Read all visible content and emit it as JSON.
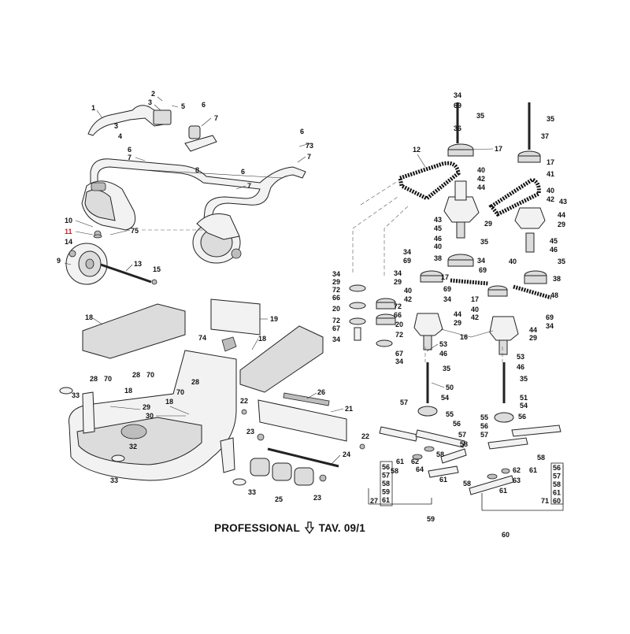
{
  "footer": {
    "professional": "PROFESSIONAL",
    "table_ref": "TAV. 09/1"
  },
  "colors": {
    "ink": "#111111",
    "highlight": "#cc2222",
    "paper": "#ffffff"
  },
  "callouts": [
    {
      "id": "c1",
      "text": "1"
    },
    {
      "id": "c2",
      "text": "2"
    },
    {
      "id": "c3a",
      "text": "3"
    },
    {
      "id": "c3b",
      "text": "3"
    },
    {
      "id": "c4",
      "text": "4"
    },
    {
      "id": "c5",
      "text": "5"
    },
    {
      "id": "c6a",
      "text": "6"
    },
    {
      "id": "c7a",
      "text": "7"
    },
    {
      "id": "c6b",
      "text": "6"
    },
    {
      "id": "c73",
      "text": "73"
    },
    {
      "id": "c6c",
      "text": "6"
    },
    {
      "id": "c7b",
      "text": "7"
    },
    {
      "id": "c7c",
      "text": "7"
    },
    {
      "id": "c8",
      "text": "8"
    },
    {
      "id": "c6d",
      "text": "6"
    },
    {
      "id": "c7d",
      "text": "7"
    },
    {
      "id": "c10",
      "text": "10"
    },
    {
      "id": "c11",
      "text": "11",
      "highlight": true
    },
    {
      "id": "c75",
      "text": "75"
    },
    {
      "id": "c9",
      "text": "9"
    },
    {
      "id": "c14",
      "text": "14"
    },
    {
      "id": "c13",
      "text": "13"
    },
    {
      "id": "c15",
      "text": "15"
    },
    {
      "id": "c18a",
      "text": "18"
    },
    {
      "id": "c19",
      "text": "19"
    },
    {
      "id": "c74",
      "text": "74"
    },
    {
      "id": "c18b",
      "text": "18"
    },
    {
      "id": "c28a",
      "text": "28"
    },
    {
      "id": "c70a",
      "text": "70"
    },
    {
      "id": "c28b",
      "text": "28"
    },
    {
      "id": "c70b",
      "text": "70"
    },
    {
      "id": "c18c",
      "text": "18"
    },
    {
      "id": "c33a",
      "text": "33"
    },
    {
      "id": "c70c",
      "text": "70"
    },
    {
      "id": "c28c",
      "text": "28"
    },
    {
      "id": "c18d",
      "text": "18"
    },
    {
      "id": "c29",
      "text": "29"
    },
    {
      "id": "c30",
      "text": "30"
    },
    {
      "id": "c32",
      "text": "32"
    },
    {
      "id": "c33b",
      "text": "33"
    },
    {
      "id": "c33c",
      "text": "33"
    },
    {
      "id": "c26",
      "text": "26"
    },
    {
      "id": "c21",
      "text": "21"
    },
    {
      "id": "c22a",
      "text": "22"
    },
    {
      "id": "c23a",
      "text": "23"
    },
    {
      "id": "c24",
      "text": "24"
    },
    {
      "id": "c22b",
      "text": "22"
    },
    {
      "id": "c25",
      "text": "25"
    },
    {
      "id": "c23b",
      "text": "23"
    },
    {
      "id": "c34a",
      "text": "34"
    },
    {
      "id": "c69a",
      "text": "69"
    },
    {
      "id": "c35a",
      "text": "35"
    },
    {
      "id": "c36",
      "text": "36"
    },
    {
      "id": "c17a",
      "text": "17"
    },
    {
      "id": "c35b",
      "text": "35"
    },
    {
      "id": "c37",
      "text": "37"
    },
    {
      "id": "c17b",
      "text": "17"
    },
    {
      "id": "c12",
      "text": "12"
    },
    {
      "id": "c40a",
      "text": "40"
    },
    {
      "id": "c42a",
      "text": "42"
    },
    {
      "id": "c44a",
      "text": "44"
    },
    {
      "id": "c41",
      "text": "41"
    },
    {
      "id": "c40b",
      "text": "40"
    },
    {
      "id": "c42b",
      "text": "42"
    },
    {
      "id": "c43a",
      "text": "43"
    },
    {
      "id": "c43b",
      "text": "43"
    },
    {
      "id": "c45a",
      "text": "45"
    },
    {
      "id": "c29a",
      "text": "29"
    },
    {
      "id": "c44b",
      "text": "44"
    },
    {
      "id": "c29b",
      "text": "29"
    },
    {
      "id": "c46a",
      "text": "46"
    },
    {
      "id": "c40c",
      "text": "40"
    },
    {
      "id": "c35c",
      "text": "35"
    },
    {
      "id": "c45b",
      "text": "45"
    },
    {
      "id": "c46b",
      "text": "46"
    },
    {
      "id": "c34b",
      "text": "34"
    },
    {
      "id": "c69b",
      "text": "69"
    },
    {
      "id": "c38a",
      "text": "38"
    },
    {
      "id": "c34c",
      "text": "34"
    },
    {
      "id": "c40d",
      "text": "40"
    },
    {
      "id": "c35d",
      "text": "35"
    },
    {
      "id": "c34d",
      "text": "34"
    },
    {
      "id": "c29c",
      "text": "29"
    },
    {
      "id": "c34e",
      "text": "34"
    },
    {
      "id": "c29d",
      "text": "29"
    },
    {
      "id": "c69c",
      "text": "69"
    },
    {
      "id": "c17c",
      "text": "17"
    },
    {
      "id": "c38b",
      "text": "38"
    },
    {
      "id": "c72a",
      "text": "72"
    },
    {
      "id": "c66a",
      "text": "66"
    },
    {
      "id": "c40e",
      "text": "40"
    },
    {
      "id": "c42c",
      "text": "42"
    },
    {
      "id": "c69d",
      "text": "69"
    },
    {
      "id": "c34f",
      "text": "34"
    },
    {
      "id": "c17d",
      "text": "17"
    },
    {
      "id": "c48",
      "text": "48"
    },
    {
      "id": "c72b",
      "text": "72"
    },
    {
      "id": "c20a",
      "text": "20"
    },
    {
      "id": "c66b",
      "text": "66"
    },
    {
      "id": "c40f",
      "text": "40"
    },
    {
      "id": "c42d",
      "text": "42"
    },
    {
      "id": "c44c",
      "text": "44"
    },
    {
      "id": "c29e",
      "text": "29"
    },
    {
      "id": "c69e",
      "text": "69"
    },
    {
      "id": "c34g",
      "text": "34"
    },
    {
      "id": "c72c",
      "text": "72"
    },
    {
      "id": "c20b",
      "text": "20"
    },
    {
      "id": "c44d",
      "text": "44"
    },
    {
      "id": "c29f",
      "text": "29"
    },
    {
      "id": "c67a",
      "text": "67"
    },
    {
      "id": "c72d",
      "text": "72"
    },
    {
      "id": "c16",
      "text": "16"
    },
    {
      "id": "c34h",
      "text": "34"
    },
    {
      "id": "c53a",
      "text": "53"
    },
    {
      "id": "c46c",
      "text": "46"
    },
    {
      "id": "c53b",
      "text": "53"
    },
    {
      "id": "c46d",
      "text": "46"
    },
    {
      "id": "c67b",
      "text": "67"
    },
    {
      "id": "c34i",
      "text": "34"
    },
    {
      "id": "c35e",
      "text": "35"
    },
    {
      "id": "c35f",
      "text": "35"
    },
    {
      "id": "c50",
      "text": "50"
    },
    {
      "id": "c51",
      "text": "51"
    },
    {
      "id": "c54a",
      "text": "54"
    },
    {
      "id": "c57a",
      "text": "57"
    },
    {
      "id": "c55a",
      "text": "55"
    },
    {
      "id": "c55b",
      "text": "55"
    },
    {
      "id": "c54b",
      "text": "54"
    },
    {
      "id": "c56a",
      "text": "56"
    },
    {
      "id": "c56b",
      "text": "56"
    },
    {
      "id": "c57b",
      "text": "57"
    },
    {
      "id": "c56c",
      "text": "56"
    },
    {
      "id": "c57c",
      "text": "57"
    },
    {
      "id": "c58a",
      "text": "58"
    },
    {
      "id": "c58b",
      "text": "58"
    },
    {
      "id": "c58c",
      "text": "58"
    },
    {
      "id": "c61a",
      "text": "61"
    },
    {
      "id": "c62a",
      "text": "62"
    },
    {
      "id": "c64",
      "text": "64"
    },
    {
      "id": "c61b",
      "text": "61"
    },
    {
      "id": "c58d",
      "text": "58"
    },
    {
      "id": "c58e",
      "text": "58"
    },
    {
      "id": "c61c",
      "text": "61"
    },
    {
      "id": "c62b",
      "text": "62"
    },
    {
      "id": "c63",
      "text": "63"
    },
    {
      "id": "c61d",
      "text": "61"
    },
    {
      "id": "c27",
      "text": "27"
    },
    {
      "id": "c59",
      "text": "59"
    },
    {
      "id": "c60",
      "text": "60"
    },
    {
      "id": "c71",
      "text": "71"
    }
  ],
  "kit_left": {
    "items": [
      "56",
      "57",
      "58",
      "59",
      "61"
    ]
  },
  "kit_right": {
    "items": [
      "56",
      "57",
      "58",
      "61",
      "60"
    ]
  }
}
